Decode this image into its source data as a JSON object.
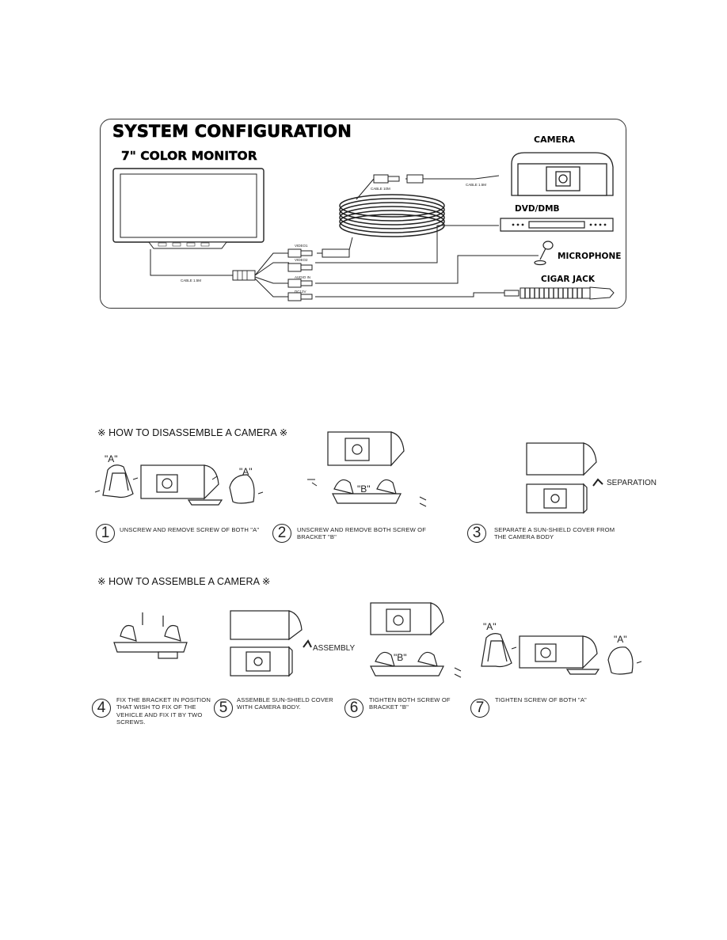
{
  "system": {
    "title": "SYSTEM CONFIGURATION",
    "monitor_label": "7\" COLOR MONITOR",
    "camera_label": "CAMERA",
    "dvd_label": "DVD/DMB",
    "mic_label": "MICROPHONE",
    "cigar_label": "CIGAR JACK",
    "cable_15m_main": "CABLE 1.5M",
    "cable_10m": "CABLE 10M",
    "cable_15m_cam": "CABLE 1.5M",
    "video1": "VIDEO1",
    "video2": "VIDEO2",
    "audio_in": "AUDIO IN",
    "dc12v": "DC12V"
  },
  "disassemble": {
    "title": "※ HOW TO DISASSEMBLE A CAMERA ※",
    "label_a": "\"A\"",
    "label_b": "\"B\"",
    "separation": "SEPARATION",
    "steps": [
      {
        "num": "1",
        "text": "UNSCREW AND REMOVE SCREW OF BOTH \"A\""
      },
      {
        "num": "2",
        "text": "UNSCREW AND REMOVE BOTH SCREW OF\nBRACKET \"B\""
      },
      {
        "num": "3",
        "text": "SEPARATE A SUN-SHIELD COVER FROM\nTHE CAMERA BODY"
      }
    ]
  },
  "assemble": {
    "title": "※ HOW TO ASSEMBLE A CAMERA ※",
    "assembly": "ASSEMBLY",
    "label_a": "\"A\"",
    "label_b": "\"B\"",
    "steps": [
      {
        "num": "4",
        "text": "FIX THE BRACKET IN POSITION\nTHAT WISH TO FIX OF THE\nVEHICLE AND FIX IT BY TWO\nSCREWS."
      },
      {
        "num": "5",
        "text": "ASSEMBLE SUN-SHIELD COVER\nWITH CAMERA BODY."
      },
      {
        "num": "6",
        "text": "TIGHTEN BOTH SCREW OF\nBRACKET \"B\""
      },
      {
        "num": "7",
        "text": "TIGHTEN SCREW OF BOTH \"A\""
      }
    ]
  }
}
